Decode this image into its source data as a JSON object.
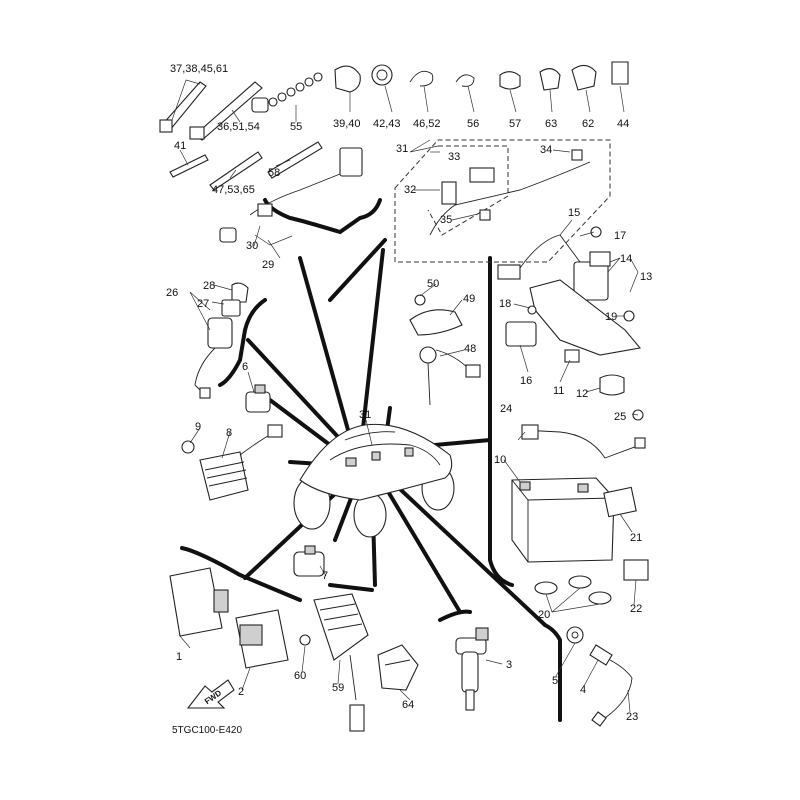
{
  "diagram": {
    "code": "5TGC100-E420",
    "fwd_label": "FWD",
    "callouts": {
      "c1": "1",
      "c2": "2",
      "c3": "3",
      "c4": "4",
      "c5": "5",
      "c6": "6",
      "c7": "7",
      "c8": "8",
      "c9": "9",
      "c10": "10",
      "c11": "11",
      "c12": "12",
      "c13": "13",
      "c14": "14",
      "c15": "15",
      "c16": "16",
      "c17": "17",
      "c18": "18",
      "c19": "19",
      "c20": "20",
      "c21": "21",
      "c22": "22",
      "c23": "23",
      "c24": "24",
      "c25": "25",
      "c26": "26",
      "c27": "27",
      "c28": "28",
      "c29": "29",
      "c30": "30",
      "c31a": "31",
      "c31b": "31",
      "c32": "32",
      "c33": "33",
      "c34": "34",
      "c35": "35",
      "c36": "36,51,54",
      "c37": "37,38,45,61",
      "c39": "39,40",
      "c41": "41",
      "c42": "42,43",
      "c44": "44",
      "c46": "46,52",
      "c47": "47,53,65",
      "c48": "48",
      "c49": "49",
      "c50": "50",
      "c55": "55",
      "c56": "56",
      "c57": "57",
      "c58": "58",
      "c59": "59",
      "c60": "60",
      "c62": "62",
      "c63": "63",
      "c64": "64"
    }
  }
}
